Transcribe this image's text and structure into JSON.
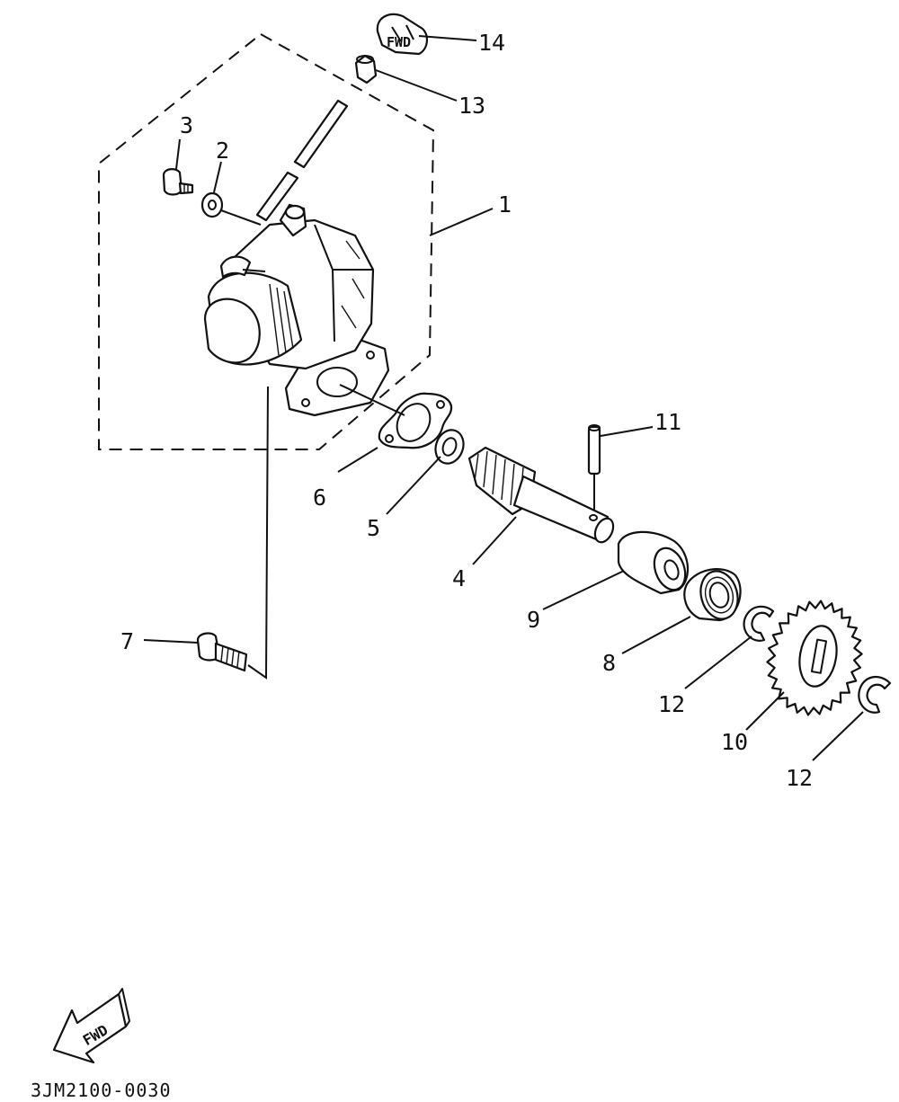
{
  "diagram": {
    "callouts": [
      {
        "key": "p1",
        "label": "1"
      },
      {
        "key": "p2",
        "label": "2"
      },
      {
        "key": "p3",
        "label": "3"
      },
      {
        "key": "p4",
        "label": "4"
      },
      {
        "key": "p5",
        "label": "5"
      },
      {
        "key": "p6",
        "label": "6"
      },
      {
        "key": "p7",
        "label": "7"
      },
      {
        "key": "p8",
        "label": "8"
      },
      {
        "key": "p9",
        "label": "9"
      },
      {
        "key": "p10",
        "label": "10"
      },
      {
        "key": "p11",
        "label": "11"
      },
      {
        "key": "p12a",
        "label": "12"
      },
      {
        "key": "p12b",
        "label": "12"
      },
      {
        "key": "p13",
        "label": "13"
      },
      {
        "key": "p14",
        "label": "14"
      }
    ],
    "fwd_arrow_text": "FWD",
    "fwd_clip_text": "FWD",
    "diagram_code": "3JM2100-0030"
  }
}
